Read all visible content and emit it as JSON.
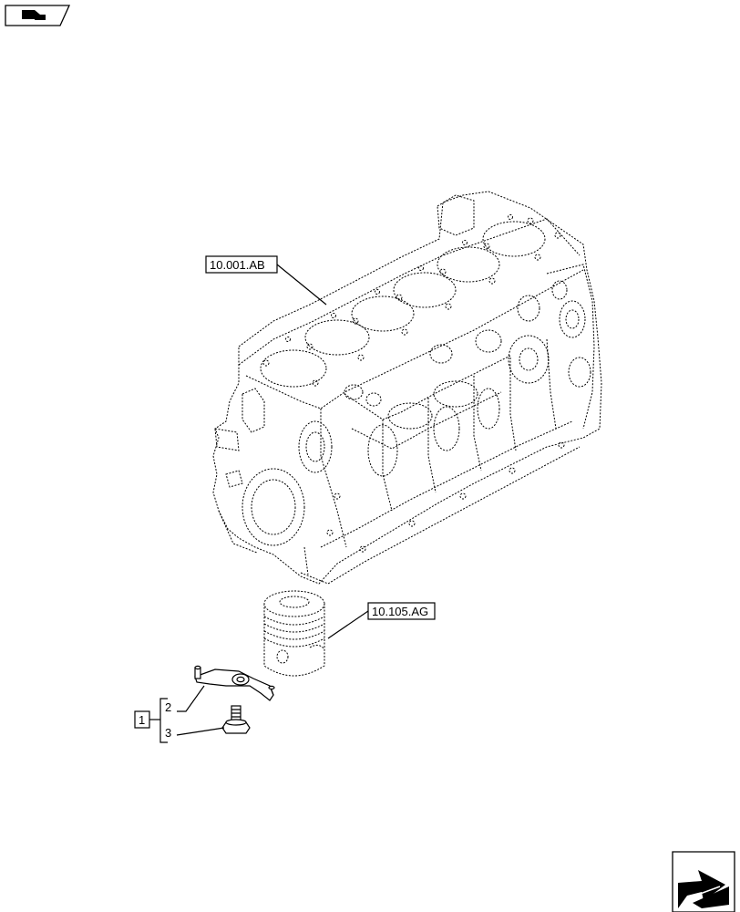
{
  "references": {
    "engine_block": "10.001.AB",
    "piston": "10.105.AG"
  },
  "callouts": {
    "group": "1",
    "item_a": "2",
    "item_b": "3"
  },
  "icons": {
    "top_left": "book-flag-icon",
    "bottom_right": "next-page-arrow-icon"
  }
}
